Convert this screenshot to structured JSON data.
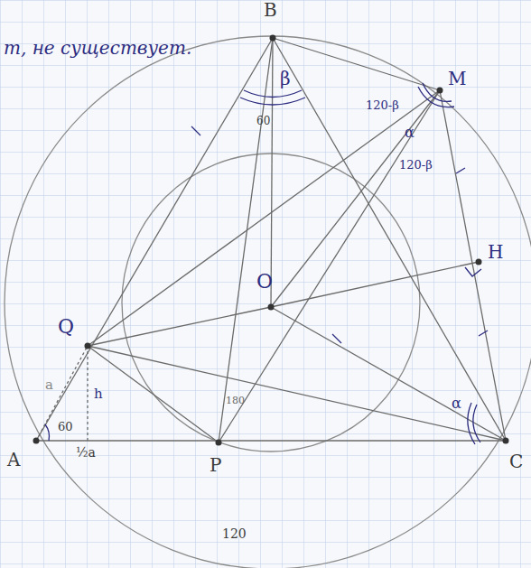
{
  "diagram": {
    "labels": [
      "т, не существует.",
      "B",
      "β",
      "60",
      "120-β",
      "M",
      "α",
      "120-β",
      "H",
      "O",
      "Q",
      "A",
      "60",
      "a",
      "h",
      "½a",
      "P",
      "C",
      "α",
      "120",
      "180"
    ]
  }
}
